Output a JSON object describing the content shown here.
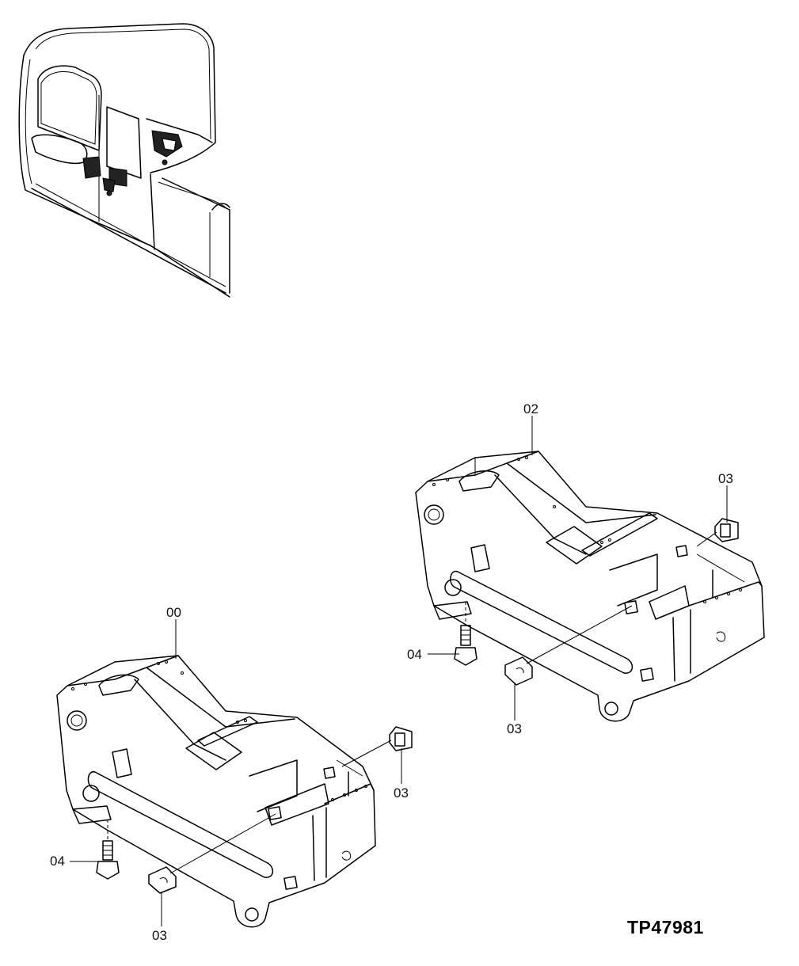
{
  "drawing_code": "TP47981",
  "callouts": {
    "upper_console": "02",
    "upper_cap_right": "03",
    "upper_cap_bottom": "03",
    "upper_bolt": "04",
    "lower_console": "00",
    "lower_cap_right": "03",
    "lower_cap_bottom": "03",
    "lower_bolt": "04"
  }
}
